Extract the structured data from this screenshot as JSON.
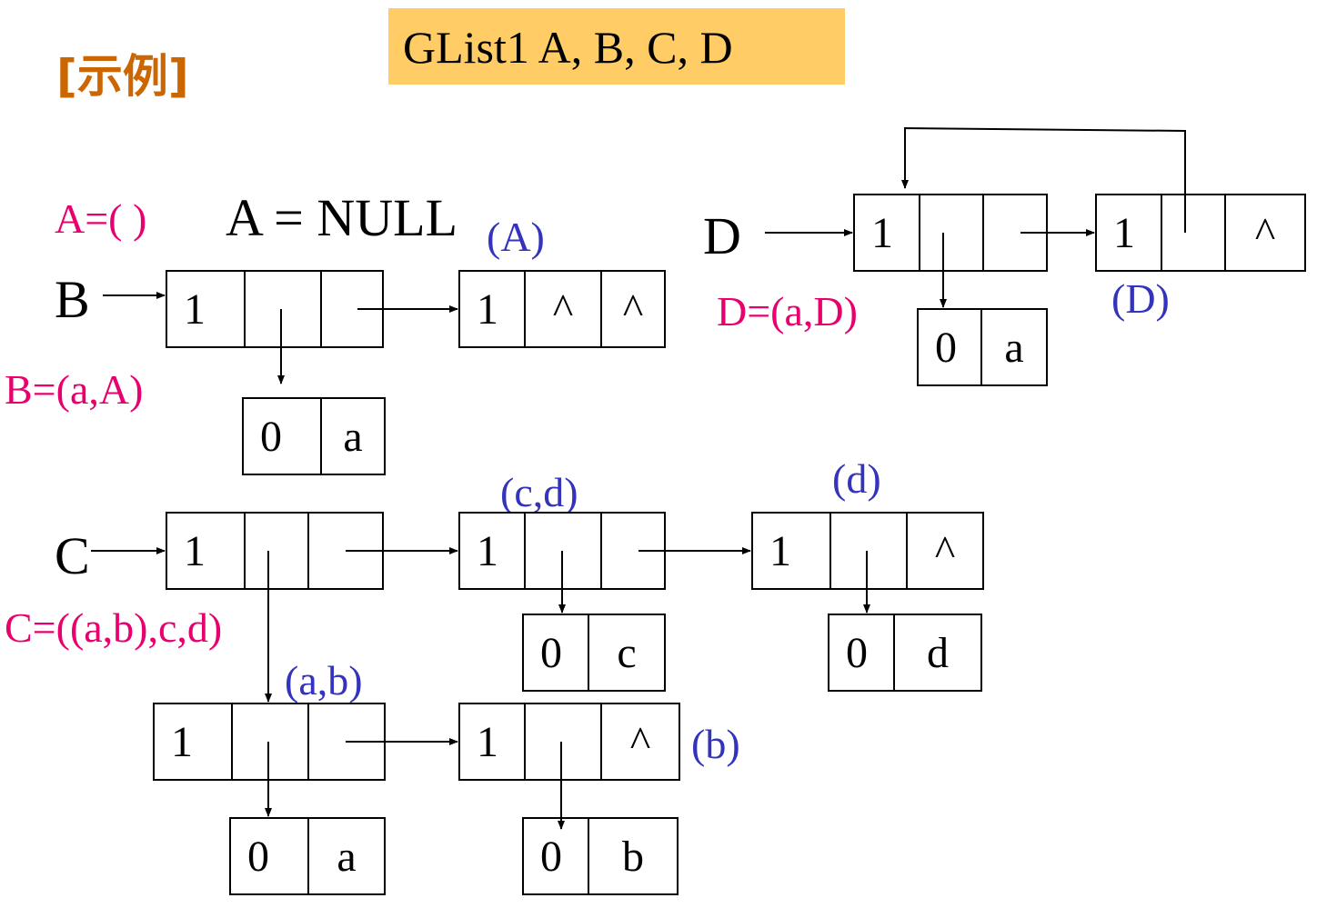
{
  "header": {
    "slide_title": "[示例]",
    "box_text": "GList1  A, B, C, D"
  },
  "labels": {
    "A_def": "A=( )",
    "A_null": "A = NULL",
    "A_paren": "(A)",
    "B_name": "B",
    "B_def": "B=(a,A)",
    "C_name": "C",
    "C_def": "C=((a,b),c,d)",
    "cd": "(c,d)",
    "d": "(d)",
    "ab": "(a,b)",
    "b": "(b)",
    "D_name": "D",
    "D_def": "D=(a,D)",
    "D_paren": "(D)"
  },
  "nodes": {
    "b1": [
      "1",
      "",
      ""
    ],
    "b2": [
      "1",
      "^",
      "^"
    ],
    "b_atom": [
      "0",
      "a"
    ],
    "c1": [
      "1",
      "",
      ""
    ],
    "c2": [
      "1",
      "",
      ""
    ],
    "c3": [
      "1",
      "",
      "^"
    ],
    "c2_atom": [
      "0",
      "c"
    ],
    "c3_atom": [
      "0",
      "d"
    ],
    "ab1": [
      "1",
      "",
      ""
    ],
    "ab2": [
      "1",
      "",
      "^"
    ],
    "ab1_atom": [
      "0",
      "a"
    ],
    "ab2_atom": [
      "0",
      "b"
    ],
    "d1": [
      "1",
      "",
      ""
    ],
    "d2": [
      "1",
      "",
      "^"
    ],
    "d_atom": [
      "0",
      "a"
    ]
  },
  "colors": {
    "accent_orange": "#cc6600",
    "title_box": "#ffcc66",
    "definition_pink": "#e8006e",
    "sublist_blue": "#3333bb"
  }
}
